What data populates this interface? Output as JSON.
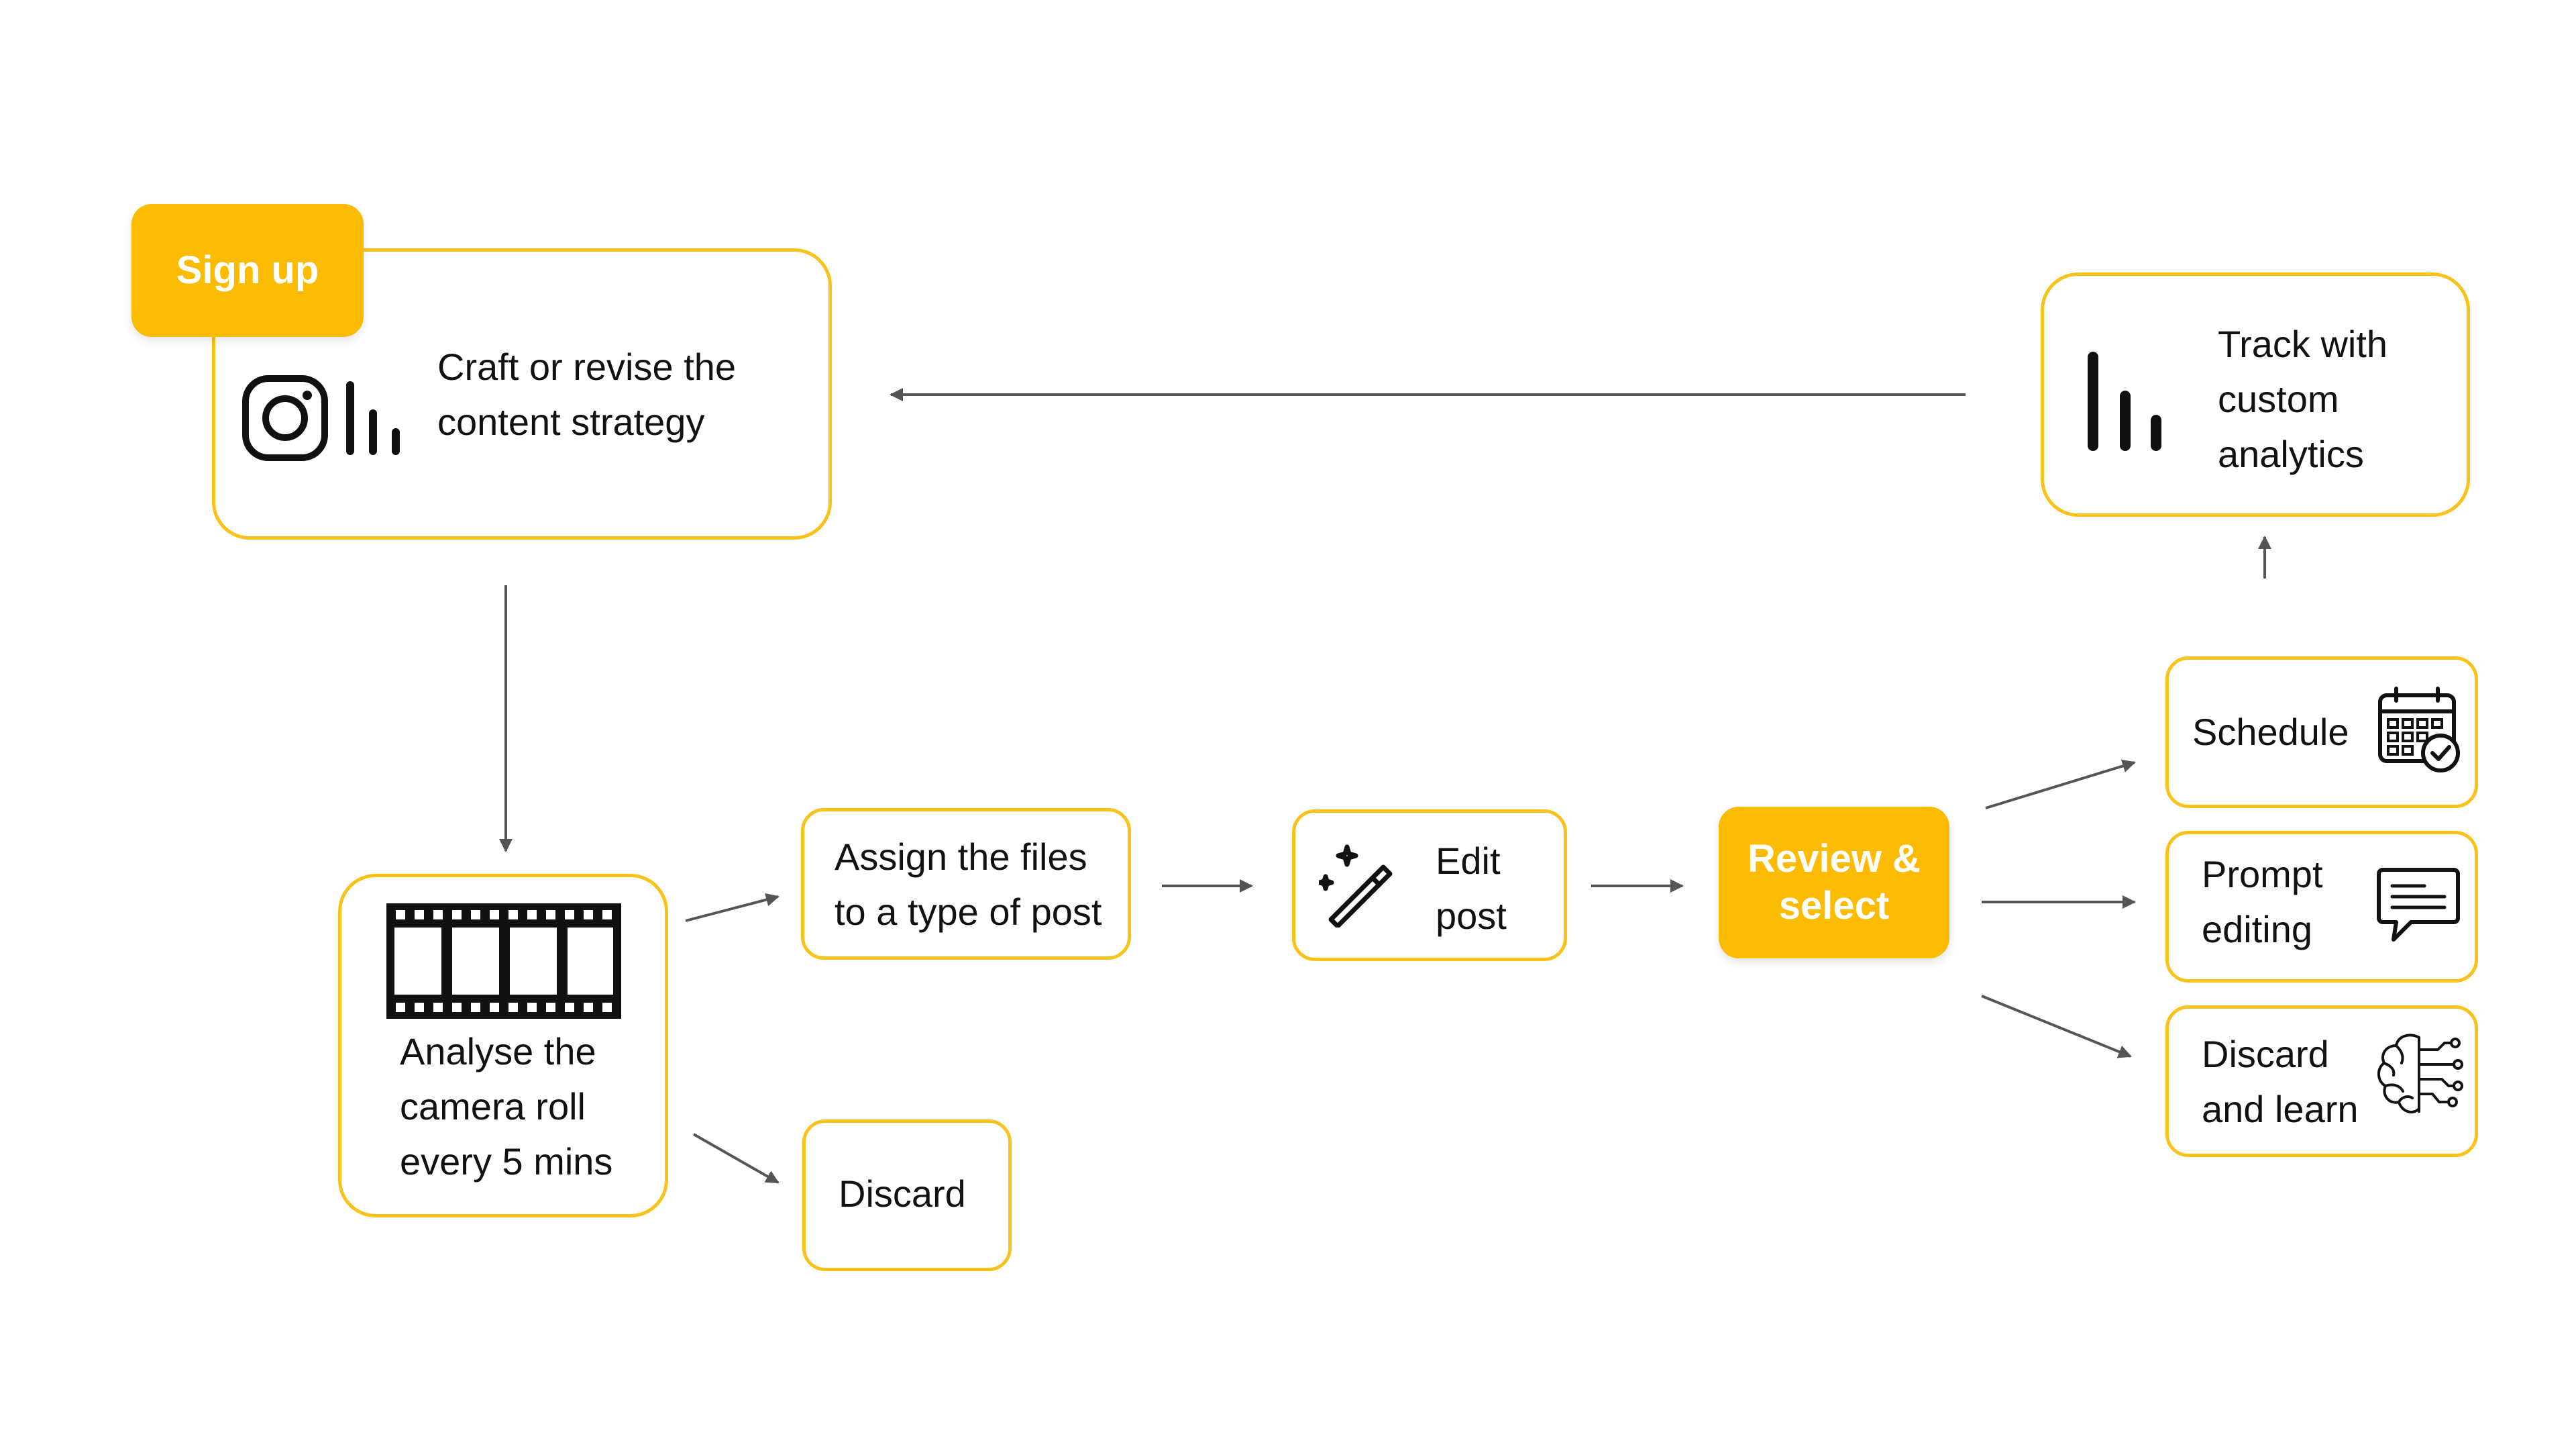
{
  "colors": {
    "accent": "#FBBB00",
    "border": "#F9C21B",
    "arrow": "#555555",
    "text": "#111111"
  },
  "nodes": {
    "signup": {
      "label": "Sign up"
    },
    "strategy": {
      "lines": [
        "Craft or revise the",
        "content strategy"
      ],
      "icons": [
        "instagram-icon",
        "bar-chart-icon"
      ]
    },
    "analytics": {
      "lines": [
        "Track with",
        "custom",
        "analytics"
      ],
      "icon": "bar-chart-icon"
    },
    "analyse": {
      "lines": [
        "Analyse the",
        "camera roll",
        "every 5 mins"
      ],
      "icon": "film-strip-icon"
    },
    "assign": {
      "lines": [
        "Assign the files",
        "to a type of post"
      ]
    },
    "discard": {
      "label": "Discard"
    },
    "edit": {
      "lines": [
        "Edit",
        "post"
      ],
      "icon": "magic-wand-icon"
    },
    "review": {
      "lines": [
        "Review &",
        "select"
      ]
    },
    "schedule": {
      "label": "Schedule",
      "icon": "calendar-check-icon"
    },
    "prompt": {
      "lines": [
        "Prompt",
        "editing"
      ],
      "icon": "chat-bubble-icon"
    },
    "discard_learn": {
      "lines": [
        "Discard",
        "and learn"
      ],
      "icon": "brain-circuit-icon"
    }
  },
  "edges": [
    {
      "from": "analytics",
      "to": "strategy"
    },
    {
      "from": "strategy",
      "to": "analyse"
    },
    {
      "from": "analyse",
      "to": "assign"
    },
    {
      "from": "analyse",
      "to": "discard"
    },
    {
      "from": "assign",
      "to": "edit"
    },
    {
      "from": "edit",
      "to": "review"
    },
    {
      "from": "review",
      "to": "schedule"
    },
    {
      "from": "review",
      "to": "prompt"
    },
    {
      "from": "review",
      "to": "discard_learn"
    },
    {
      "from": "schedule",
      "to": "analytics"
    }
  ]
}
